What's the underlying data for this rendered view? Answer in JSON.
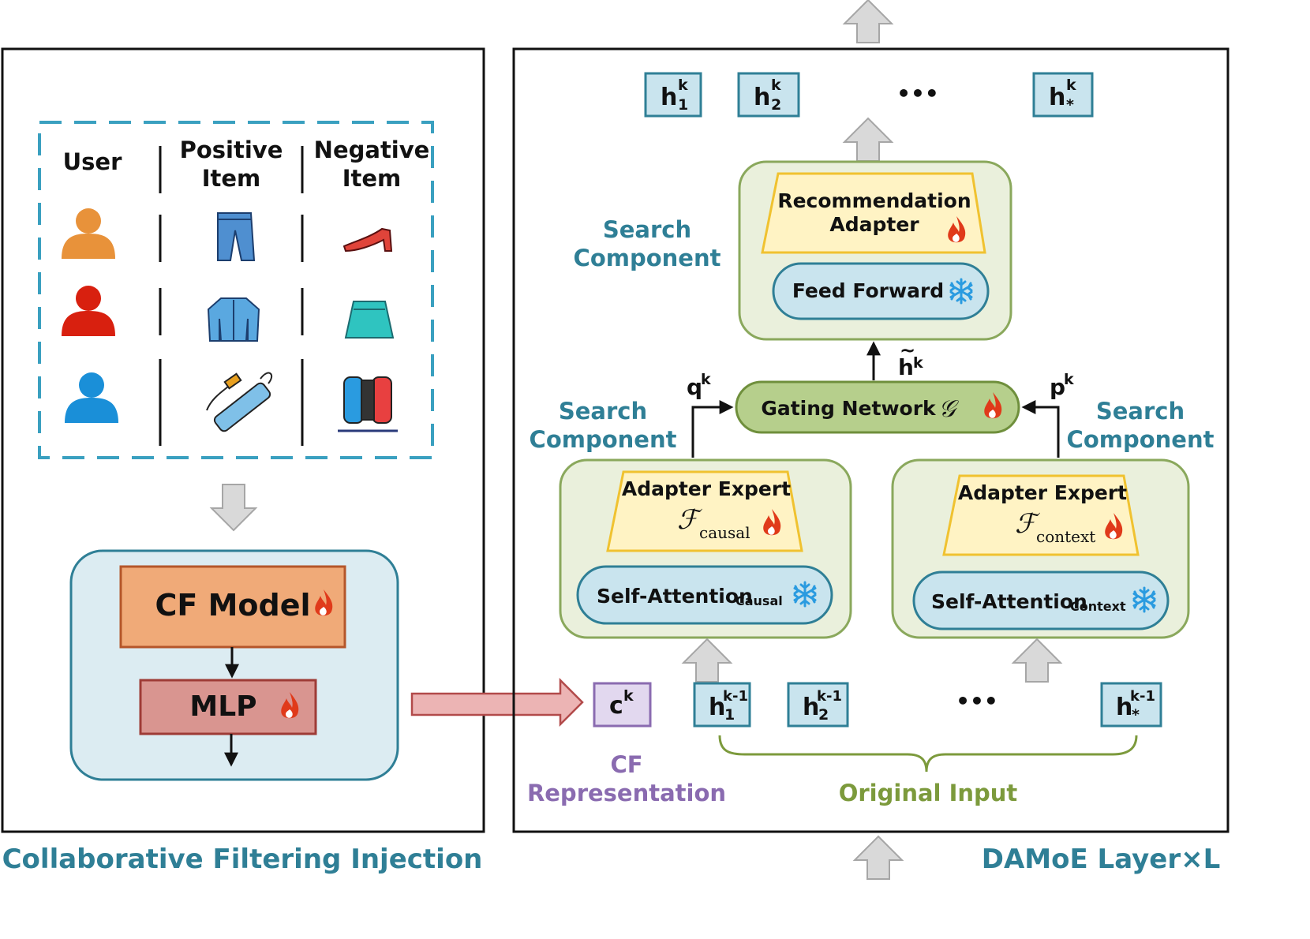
{
  "left_panel": {
    "caption": "Collaborative Filtering Injection",
    "table": {
      "headers": [
        "User",
        "Positive Item",
        "Negative Item"
      ],
      "header_lines": [
        [
          "User"
        ],
        [
          "Positive",
          "Item"
        ],
        [
          "Negative",
          "Item"
        ]
      ],
      "rows": [
        {
          "user_color": "#e8923a",
          "positive": "jeans",
          "negative": "high-heel-shoe"
        },
        {
          "user_color": "#d8200f",
          "positive": "denim-jacket",
          "negative": "skirt"
        },
        {
          "user_color": "#1a8fd8",
          "positive": "power-strip",
          "negative": "game-controller"
        }
      ]
    },
    "cf_model": "CF Model",
    "mlp": "MLP"
  },
  "right_panel": {
    "caption": "DAMoE Layer×L",
    "outputs": {
      "h": "h",
      "sup": "k",
      "subs": [
        "1",
        "2",
        "*"
      ],
      "ellipsis": "•••"
    },
    "search_component_label": [
      "Search",
      "Component"
    ],
    "recommendation_adapter": [
      "Recommendation",
      "Adapter"
    ],
    "feed_forward": "Feed Forward",
    "htilde": {
      "base": "h",
      "sup": "k"
    },
    "gating_network": {
      "label": "Gating Network",
      "symbol": "𝒢"
    },
    "q": {
      "base": "q",
      "sup": "k"
    },
    "p": {
      "base": "p",
      "sup": "k"
    },
    "adapter_expert_left": {
      "title": "Adapter Expert",
      "f": "ℱ",
      "sub": "causal"
    },
    "adapter_expert_right": {
      "title": "Adapter Expert",
      "f": "ℱ",
      "sub": "context"
    },
    "self_attention_causal": {
      "base": "Self-Attention",
      "sub": "Causal"
    },
    "self_attention_context": {
      "base": "Self-Attention",
      "sub": "Context"
    },
    "cf_vector": {
      "base": "c",
      "sup": "k"
    },
    "inputs": {
      "h": "h",
      "sup": "k-1",
      "subs": [
        "1",
        "2",
        "*"
      ],
      "ellipsis": "•••"
    },
    "cf_representation": [
      "CF",
      "Representation"
    ],
    "original_input": "Original Input"
  },
  "colors": {
    "teal_text": "#2f7f96",
    "purple_text": "#8a6bb0",
    "olive_text": "#7c9a3c",
    "component_fill": "#eaf0dc",
    "component_stroke": "#8aa85c",
    "trapezoid_fill": "#fff3c4",
    "trapezoid_stroke": "#f0c230",
    "pill_fill": "#c9e4ee",
    "pill_stroke": "#2f7f96",
    "gating_fill": "#b6cf8c",
    "token_fill": "#c9e4ee",
    "token_stroke": "#2f7f96",
    "cf_model_fill": "#f0aa78",
    "mlp_fill": "#d99590",
    "flame": "#e03a1a",
    "snowflake": "#2a9be0"
  }
}
